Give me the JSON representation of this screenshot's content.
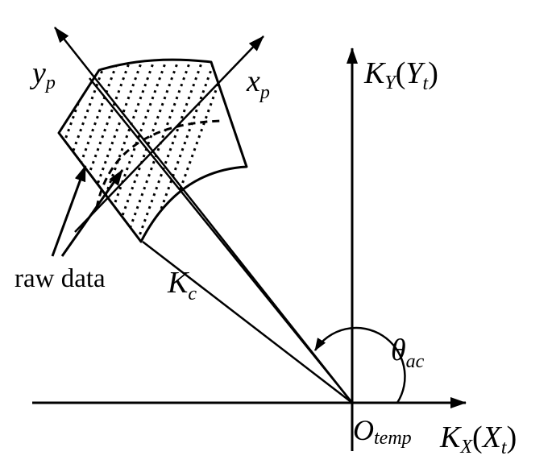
{
  "labels": {
    "yp_main": "y",
    "yp_sub": "p",
    "xp_main": "x",
    "xp_sub": "p",
    "ky_main": "K",
    "ky_sub": "Y",
    "ky_paren_open": "(",
    "ky_paren_var": "Y",
    "ky_paren_sub": "t",
    "ky_paren_close": ")",
    "kx_main": "K",
    "kx_sub": "X",
    "kx_paren_open": "(",
    "kx_paren_var": "X",
    "kx_paren_sub": "t",
    "kx_paren_close": ")",
    "kc_main": "K",
    "kc_sub": "c",
    "theta_main": "θ",
    "theta_sub": "ac",
    "origin_main": "O",
    "origin_sub": "temp",
    "raw_data": "raw data"
  },
  "colors": {
    "stroke": "#000000",
    "background": "#ffffff"
  }
}
